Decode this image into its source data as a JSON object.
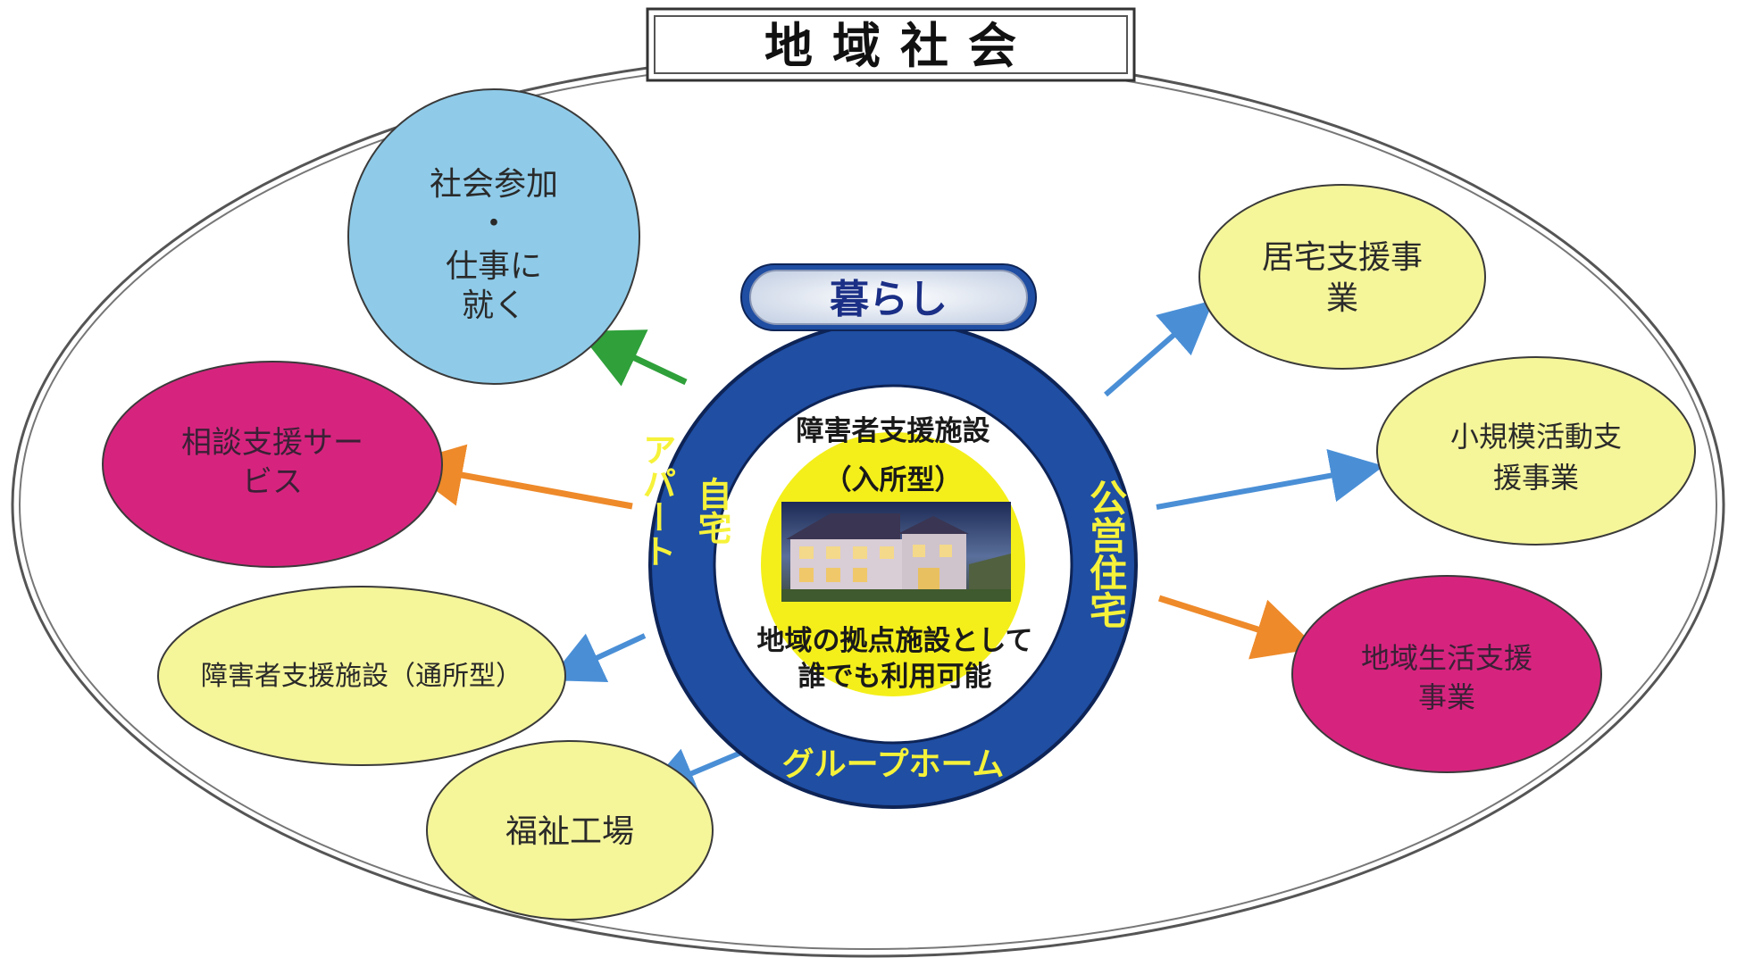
{
  "title": "地域社会",
  "hub": {
    "label": "暮らし",
    "ring_labels": {
      "left": [
        "自宅",
        "アパート"
      ],
      "right": "公営住宅",
      "bottom": "グループホーム"
    },
    "center_lines": [
      "障害者支援施設",
      "（入所型）",
      "地域の拠点施設として",
      "誰でも利用可能"
    ]
  },
  "nodes": {
    "social": [
      "社会参加",
      "・",
      "仕事に",
      "就く"
    ],
    "consult": [
      "相談支援サー",
      "ビス"
    ],
    "day_facility": "障害者支援施設（通所型）",
    "factory": "福祉工場",
    "home_support": [
      "居宅支援事",
      "業"
    ],
    "small_scale": [
      "小規模活動支",
      "援事業"
    ],
    "life_support": [
      "地域生活支援",
      "事業"
    ]
  },
  "colors": {
    "ring": "#1f4ea3",
    "ring_text": "#f6f23a",
    "blue_node": "#8fcbe9",
    "yellow_node": "#f5f59a",
    "pink_node": "#d6247e",
    "arrow_green": "#2fa03a",
    "arrow_orange": "#ee8a2a",
    "arrow_blue": "#4a8fd6"
  }
}
